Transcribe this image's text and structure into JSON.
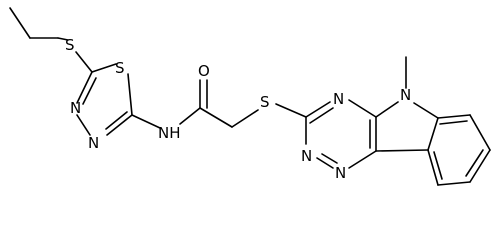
{
  "molecule": {
    "atoms": {
      "s_ethyl": "S",
      "s_ring": "S",
      "n_ring_a": "N",
      "n_ring_b": "N",
      "n_amide": "NH",
      "o_carbonyl": "O",
      "s_linker": "S",
      "n_triazine_top": "N",
      "n_indole": "N",
      "n_triazine_mid": "N",
      "n_triazine_bottom": "N"
    },
    "substituents": {
      "methyl": "methyl"
    }
  }
}
